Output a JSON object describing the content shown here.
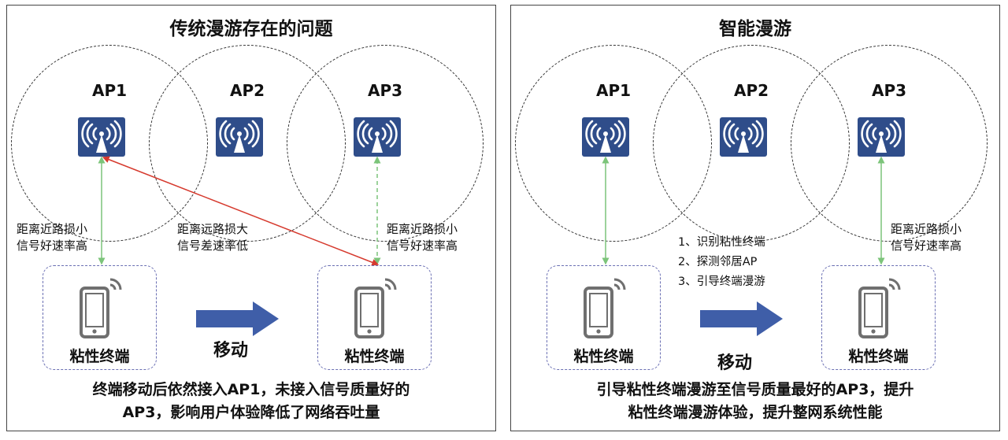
{
  "left": {
    "title": "传统漫游存在的问题",
    "aps": [
      {
        "label": "AP1"
      },
      {
        "label": "AP2"
      },
      {
        "label": "AP3"
      }
    ],
    "ap_icon": "wifi-tower-icon",
    "terminal_label": "粘性终端",
    "phone_icon": "smartphone-icon",
    "note_near_left": "距离近路损小\n信号好速率高",
    "note_far": "距离远路损大\n信号差速率低",
    "note_near_right": "距离近路损小\n信号好速率高",
    "move_label": "移动",
    "bottom_line1": "终端移动后依然接入AP1，未接入信号质量好的",
    "bottom_line2": "AP3，影响用户体验降低了网络吞吐量"
  },
  "right": {
    "title": "智能漫游",
    "aps": [
      {
        "label": "AP1"
      },
      {
        "label": "AP2"
      },
      {
        "label": "AP3"
      }
    ],
    "ap_icon": "wifi-tower-icon",
    "terminal_label": "粘性终端",
    "phone_icon": "smartphone-icon",
    "steps": [
      "1、识别粘性终端",
      "2、探测邻居AP",
      "3、引导终端漫游"
    ],
    "note_near_right": "距离近路损小\n信号好速率高",
    "move_label": "移动",
    "bottom_line1": "引导粘性终端漫游至信号质量最好的AP3，提升",
    "bottom_line2": "粘性终端漫游体验，提升整网系统性能"
  },
  "colors": {
    "ap_icon_bg": "#2f4d8a",
    "good_link": "#7cc47a",
    "bad_link": "#d63a2e",
    "move_arrow": "#3f5ea8",
    "phone": "#6f6f6f",
    "box_border": "#6a6fb3"
  }
}
